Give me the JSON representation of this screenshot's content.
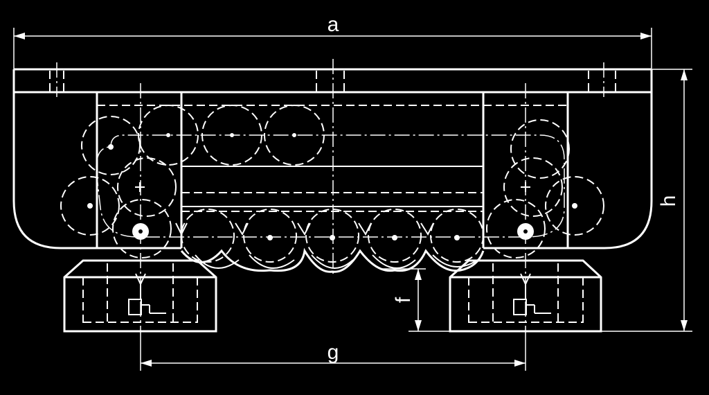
{
  "diagram": {
    "dimension_labels": {
      "a": "a",
      "h": "h",
      "f": "f",
      "g": "g"
    },
    "colors": {
      "background": "#000000",
      "line": "#ffffff"
    }
  }
}
